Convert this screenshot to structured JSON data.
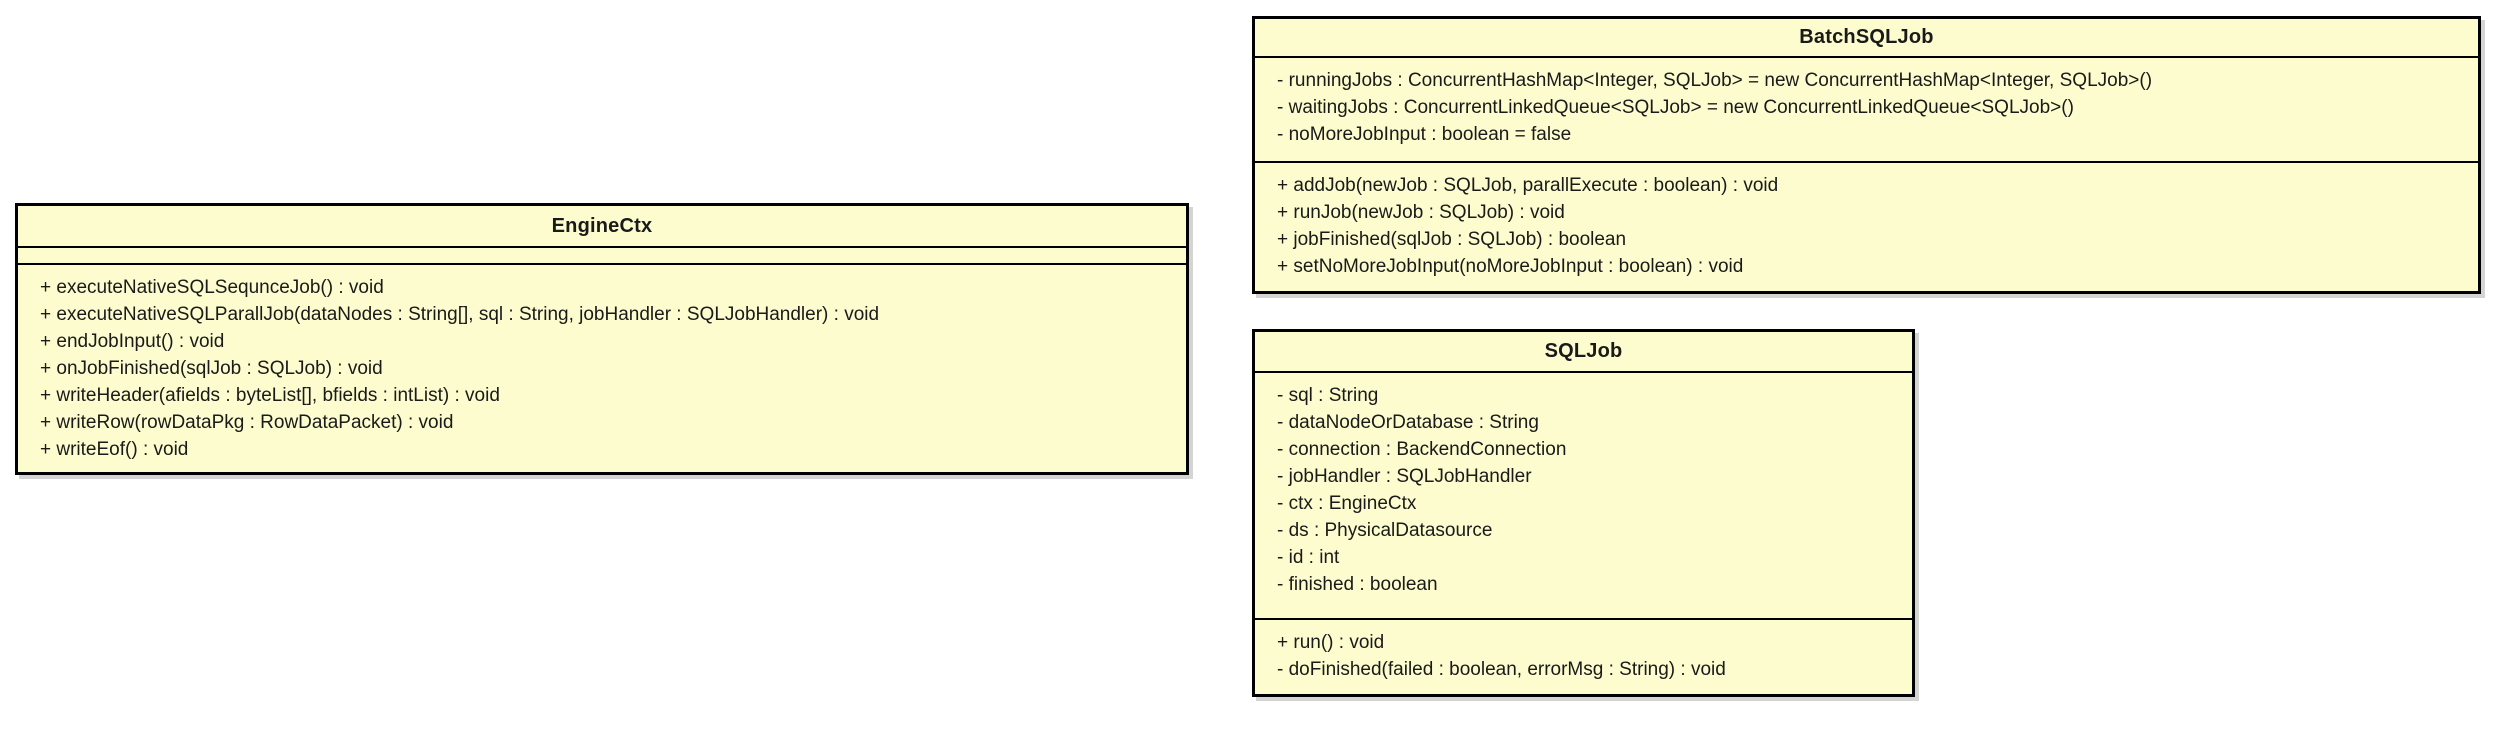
{
  "colors": {
    "fill": "#FCFCCE",
    "border": "#000000",
    "text": "#1A1A1A",
    "shadow": "#D4D4D4",
    "page_bg": "#FFFFFF"
  },
  "classes": {
    "engine_ctx": {
      "title": "EngineCtx",
      "attributes": [],
      "methods": [
        "+ executeNativeSQLSequnceJob() : void",
        "+ executeNativeSQLParallJob(dataNodes : String[], sql : String, jobHandler : SQLJobHandler) : void",
        "+ endJobInput() : void",
        "+ onJobFinished(sqlJob : SQLJob) : void",
        "+ writeHeader(afields : byteList[], bfields : intList) : void",
        "+ writeRow(rowDataPkg : RowDataPacket) : void",
        "+ writeEof() : void"
      ]
    },
    "batch_sql_job": {
      "title": "BatchSQLJob",
      "attributes": [
        "- runningJobs : ConcurrentHashMap<Integer, SQLJob> = new ConcurrentHashMap<Integer, SQLJob>()",
        "- waitingJobs : ConcurrentLinkedQueue<SQLJob> = new ConcurrentLinkedQueue<SQLJob>()",
        "- noMoreJobInput : boolean = false"
      ],
      "methods": [
        "+ addJob(newJob : SQLJob, parallExecute : boolean) : void",
        "+ runJob(newJob : SQLJob) : void",
        "+ jobFinished(sqlJob : SQLJob) : boolean",
        "+ setNoMoreJobInput(noMoreJobInput : boolean) : void"
      ]
    },
    "sql_job": {
      "title": "SQLJob",
      "attributes": [
        "- sql : String",
        "- dataNodeOrDatabase : String",
        "- connection : BackendConnection",
        "- jobHandler : SQLJobHandler",
        "- ctx : EngineCtx",
        "- ds : PhysicalDatasource",
        "- id : int",
        "- finished : boolean"
      ],
      "methods": [
        "+ run() : void",
        "- doFinished(failed : boolean, errorMsg : String) : void"
      ]
    }
  }
}
